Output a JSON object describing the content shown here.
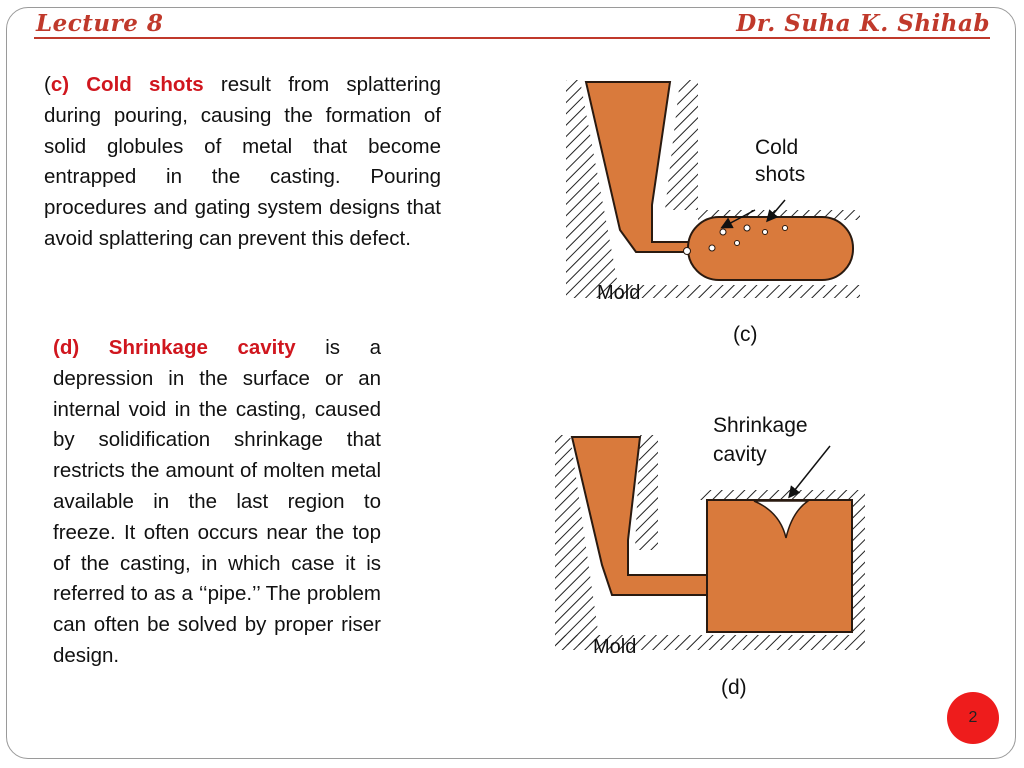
{
  "header": {
    "left": "Lecture 8",
    "right": "Dr. Suha K. Shihab"
  },
  "section_c": {
    "open_paren": "(",
    "term": "c) Cold shots",
    "text": " result from splattering during pouring, causing the formation of solid globules of metal that become entrapped in the casting. Pouring procedures and gating system designs that avoid splattering can prevent this defect."
  },
  "section_d": {
    "term": "(d) Shrinkage cavity",
    "text": " is a depression in the surface or an internal void in the casting, caused by solidification shrinkage that restricts the amount of molten metal available in the last region to freeze. It often occurs near the top of the casting, in which case it is referred to as a ‘‘pipe.’’ The problem can often be solved by proper riser design."
  },
  "figure_c": {
    "label_line1": "Cold",
    "label_line2": "shots",
    "mold_label": "Mold",
    "caption": "(c)"
  },
  "figure_d": {
    "label_line1": "Shrinkage",
    "label_line2": "cavity",
    "mold_label": "Mold",
    "caption": "(d)"
  },
  "page_number": "2",
  "colors": {
    "accent": "#c0392b",
    "metal": "#d97a3c",
    "badge": "#ee1c1c"
  }
}
